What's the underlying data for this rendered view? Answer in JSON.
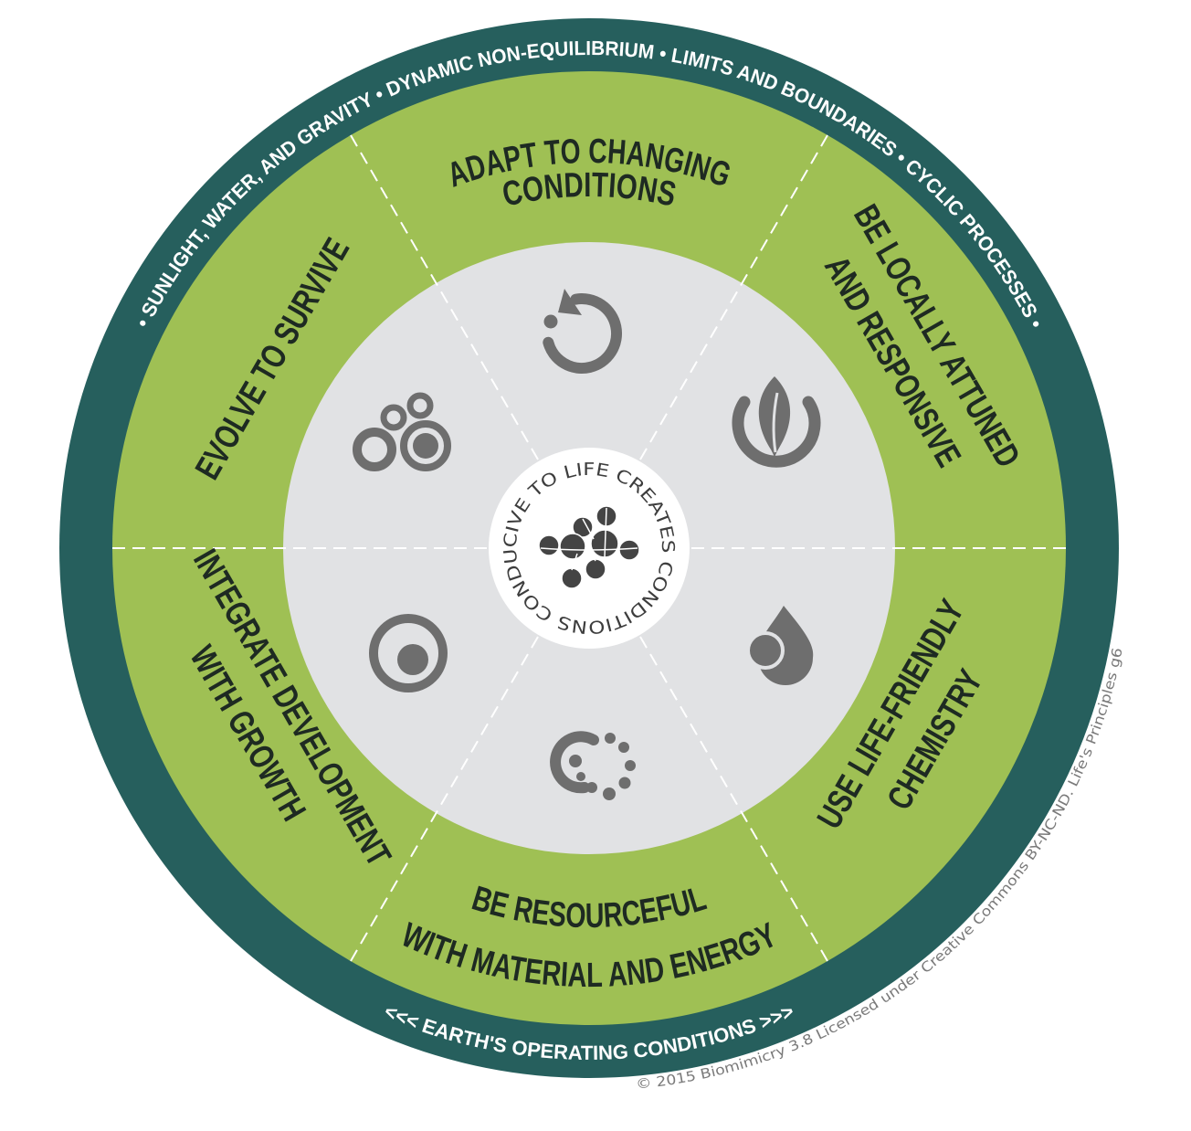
{
  "colors": {
    "outer_ring": "#265f5d",
    "segments": "#9fc054",
    "inner_disc": "#e1e2e4",
    "center": "#ffffff",
    "icons": "#6e6e6e",
    "logo": "#444444",
    "text_dark": "#1e2a22"
  },
  "outer_ring": {
    "top_text": "• SUNLIGHT, WATER, AND GRAVITY • DYNAMIC NON-EQUILIBRIUM • LIMITS AND BOUNDARIES • CYCLIC PROCESSES •",
    "bottom_text": "<<< EARTH'S OPERATING CONDITIONS >>>"
  },
  "segments": [
    {
      "lines": [
        "ADAPT TO CHANGING",
        "CONDITIONS"
      ],
      "icon": "circular-arrow-icon"
    },
    {
      "lines": [
        "BE LOCALLY ATTUNED",
        "AND RESPONSIVE"
      ],
      "icon": "leaf-flame-icon"
    },
    {
      "lines": [
        "USE LIFE-FRIENDLY",
        "CHEMISTRY"
      ],
      "icon": "drop-icon"
    },
    {
      "lines": [
        "BE RESOURCEFUL",
        "WITH MATERIAL AND ENERGY"
      ],
      "icon": "spiral-dots-icon"
    },
    {
      "lines": [
        "INTEGRATE DEVELOPMENT",
        "WITH GROWTH"
      ],
      "icon": "target-icon"
    },
    {
      "lines": [
        "EVOLVE TO SURVIVE"
      ],
      "icon": "bubbles-icon"
    }
  ],
  "center": {
    "circular_text": "CREATES CONDITIONS CONDUCIVE TO LIFE",
    "icon": "cell-cluster-logo"
  },
  "copyright": "© 2015 Biomimicry 3.8   Licensed under Creative Commons BY-NC-ND. Life's Principles g6"
}
